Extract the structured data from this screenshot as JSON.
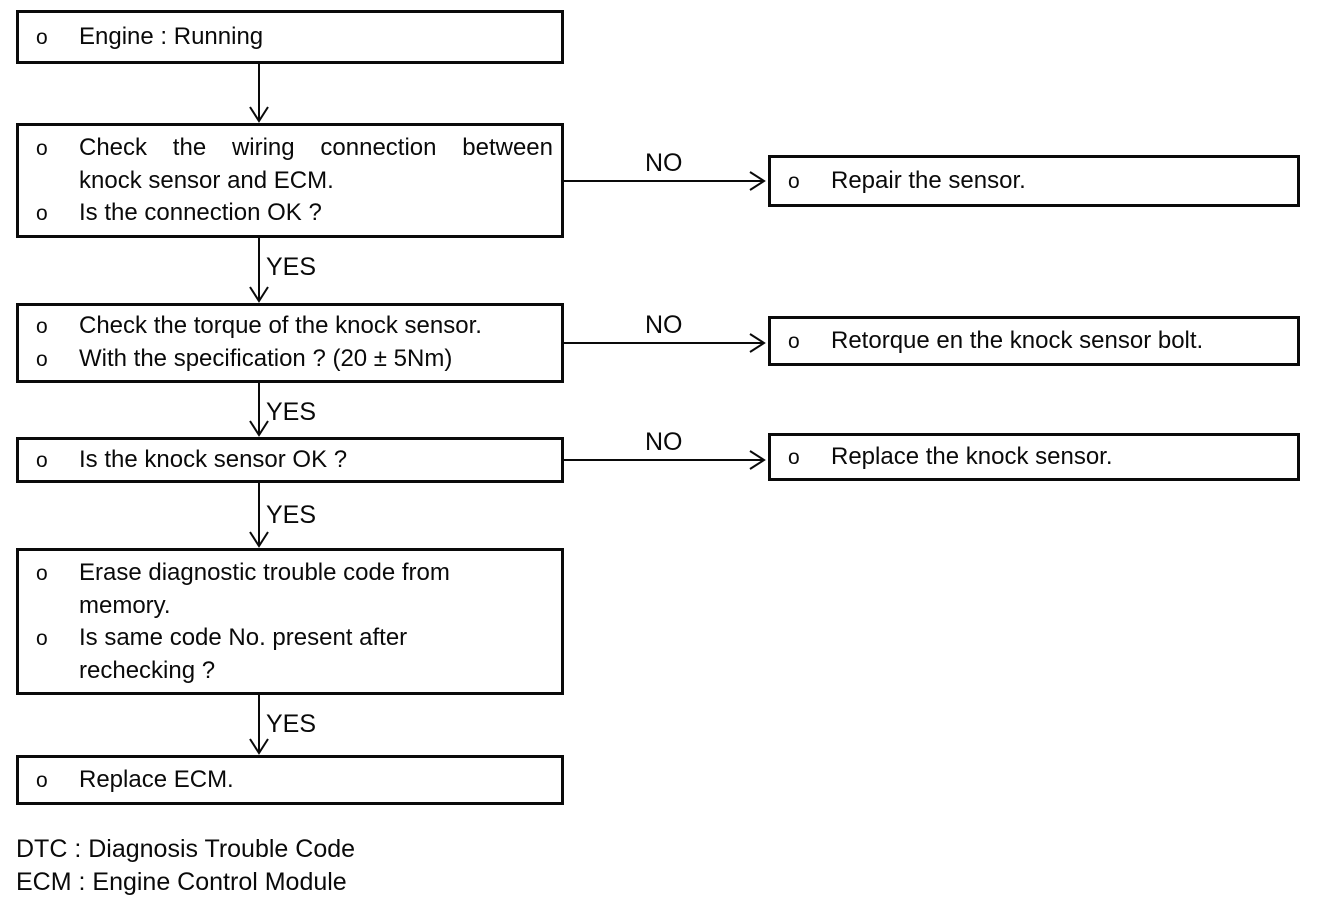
{
  "labels": {
    "yes": "YES",
    "no": "NO"
  },
  "boxes": {
    "engine": {
      "lines": [
        {
          "bullet": "o",
          "text": "Engine : Running"
        }
      ]
    },
    "check_wiring": {
      "lines": [
        {
          "bullet": "o",
          "text": "Check the wiring connection between"
        },
        {
          "bullet": "",
          "text": "knock sensor and ECM."
        },
        {
          "bullet": "o",
          "text": "Is the connection OK ?"
        }
      ]
    },
    "check_torque": {
      "lines": [
        {
          "bullet": "o",
          "text": "Check the torque of the knock sensor."
        },
        {
          "bullet": "o",
          "text": "With the specification ? (20 ± 5Nm)"
        }
      ]
    },
    "sensor_ok": {
      "lines": [
        {
          "bullet": "o",
          "text": "Is the knock sensor OK ?"
        }
      ]
    },
    "erase_code": {
      "lines": [
        {
          "bullet": "o",
          "text": "Erase diagnostic trouble code from"
        },
        {
          "bullet": "",
          "text": "memory."
        },
        {
          "bullet": "o",
          "text": "Is same code No. present after"
        },
        {
          "bullet": "",
          "text": "rechecking ?"
        }
      ]
    },
    "replace_ecm": {
      "lines": [
        {
          "bullet": "o",
          "text": "Replace ECM."
        }
      ]
    },
    "repair_sensor": {
      "lines": [
        {
          "bullet": "o",
          "text": "Repair the sensor."
        }
      ]
    },
    "retorque_bolt": {
      "lines": [
        {
          "bullet": "o",
          "text": "Retorque en the knock sensor bolt."
        }
      ]
    },
    "replace_sensor": {
      "lines": [
        {
          "bullet": "o",
          "text": "Replace the knock sensor."
        }
      ]
    }
  },
  "footer": {
    "dtc": "DTC : Diagnosis Trouble Code",
    "ecm": "ECM : Engine Control Module"
  }
}
